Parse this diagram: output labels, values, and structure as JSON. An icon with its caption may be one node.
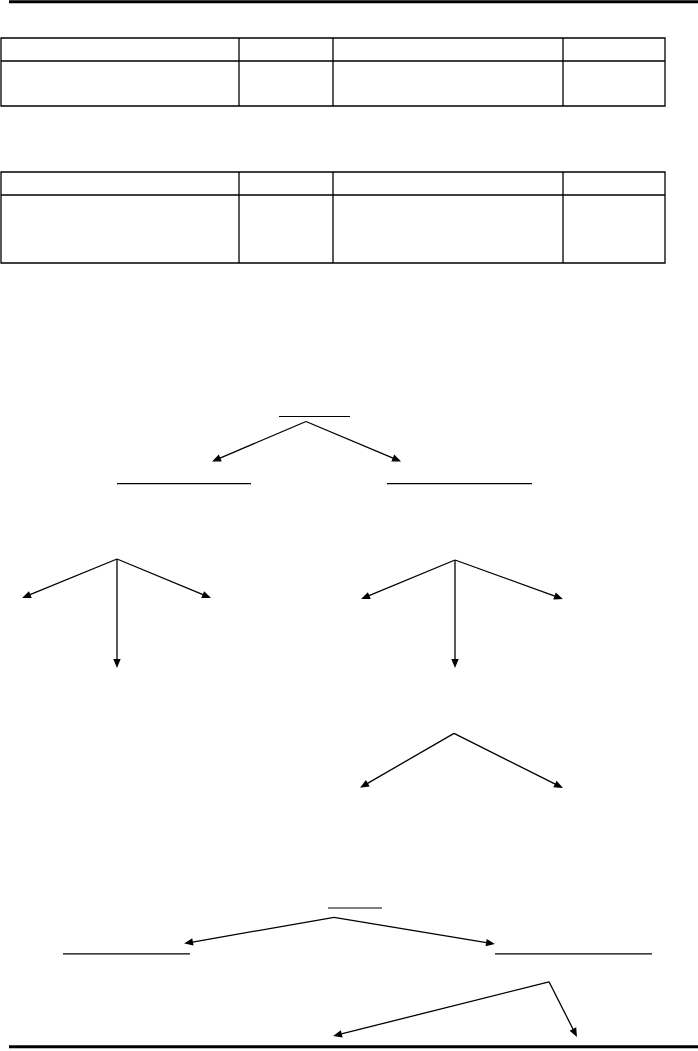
{
  "diagram": {
    "nodes": [
      {
        "text": [],
        "shape": "table"
      },
      {
        "text": [],
        "shape": "table"
      },
      {
        "text": [],
        "shape": "line"
      },
      {
        "text": [],
        "shape": "line"
      },
      {
        "text": [],
        "shape": "line"
      },
      {
        "text": [],
        "shape": "line"
      },
      {
        "text": [],
        "shape": "line"
      },
      {
        "text": [],
        "shape": "line"
      }
    ],
    "edges": [
      {
        "from": 2,
        "to": 3,
        "arrow": "to"
      },
      {
        "from": 2,
        "to": 4,
        "arrow": "to"
      },
      {
        "from": 5,
        "to": 6,
        "arrow": "to"
      },
      {
        "from": 5,
        "to": 7,
        "arrow": "to"
      }
    ]
  }
}
